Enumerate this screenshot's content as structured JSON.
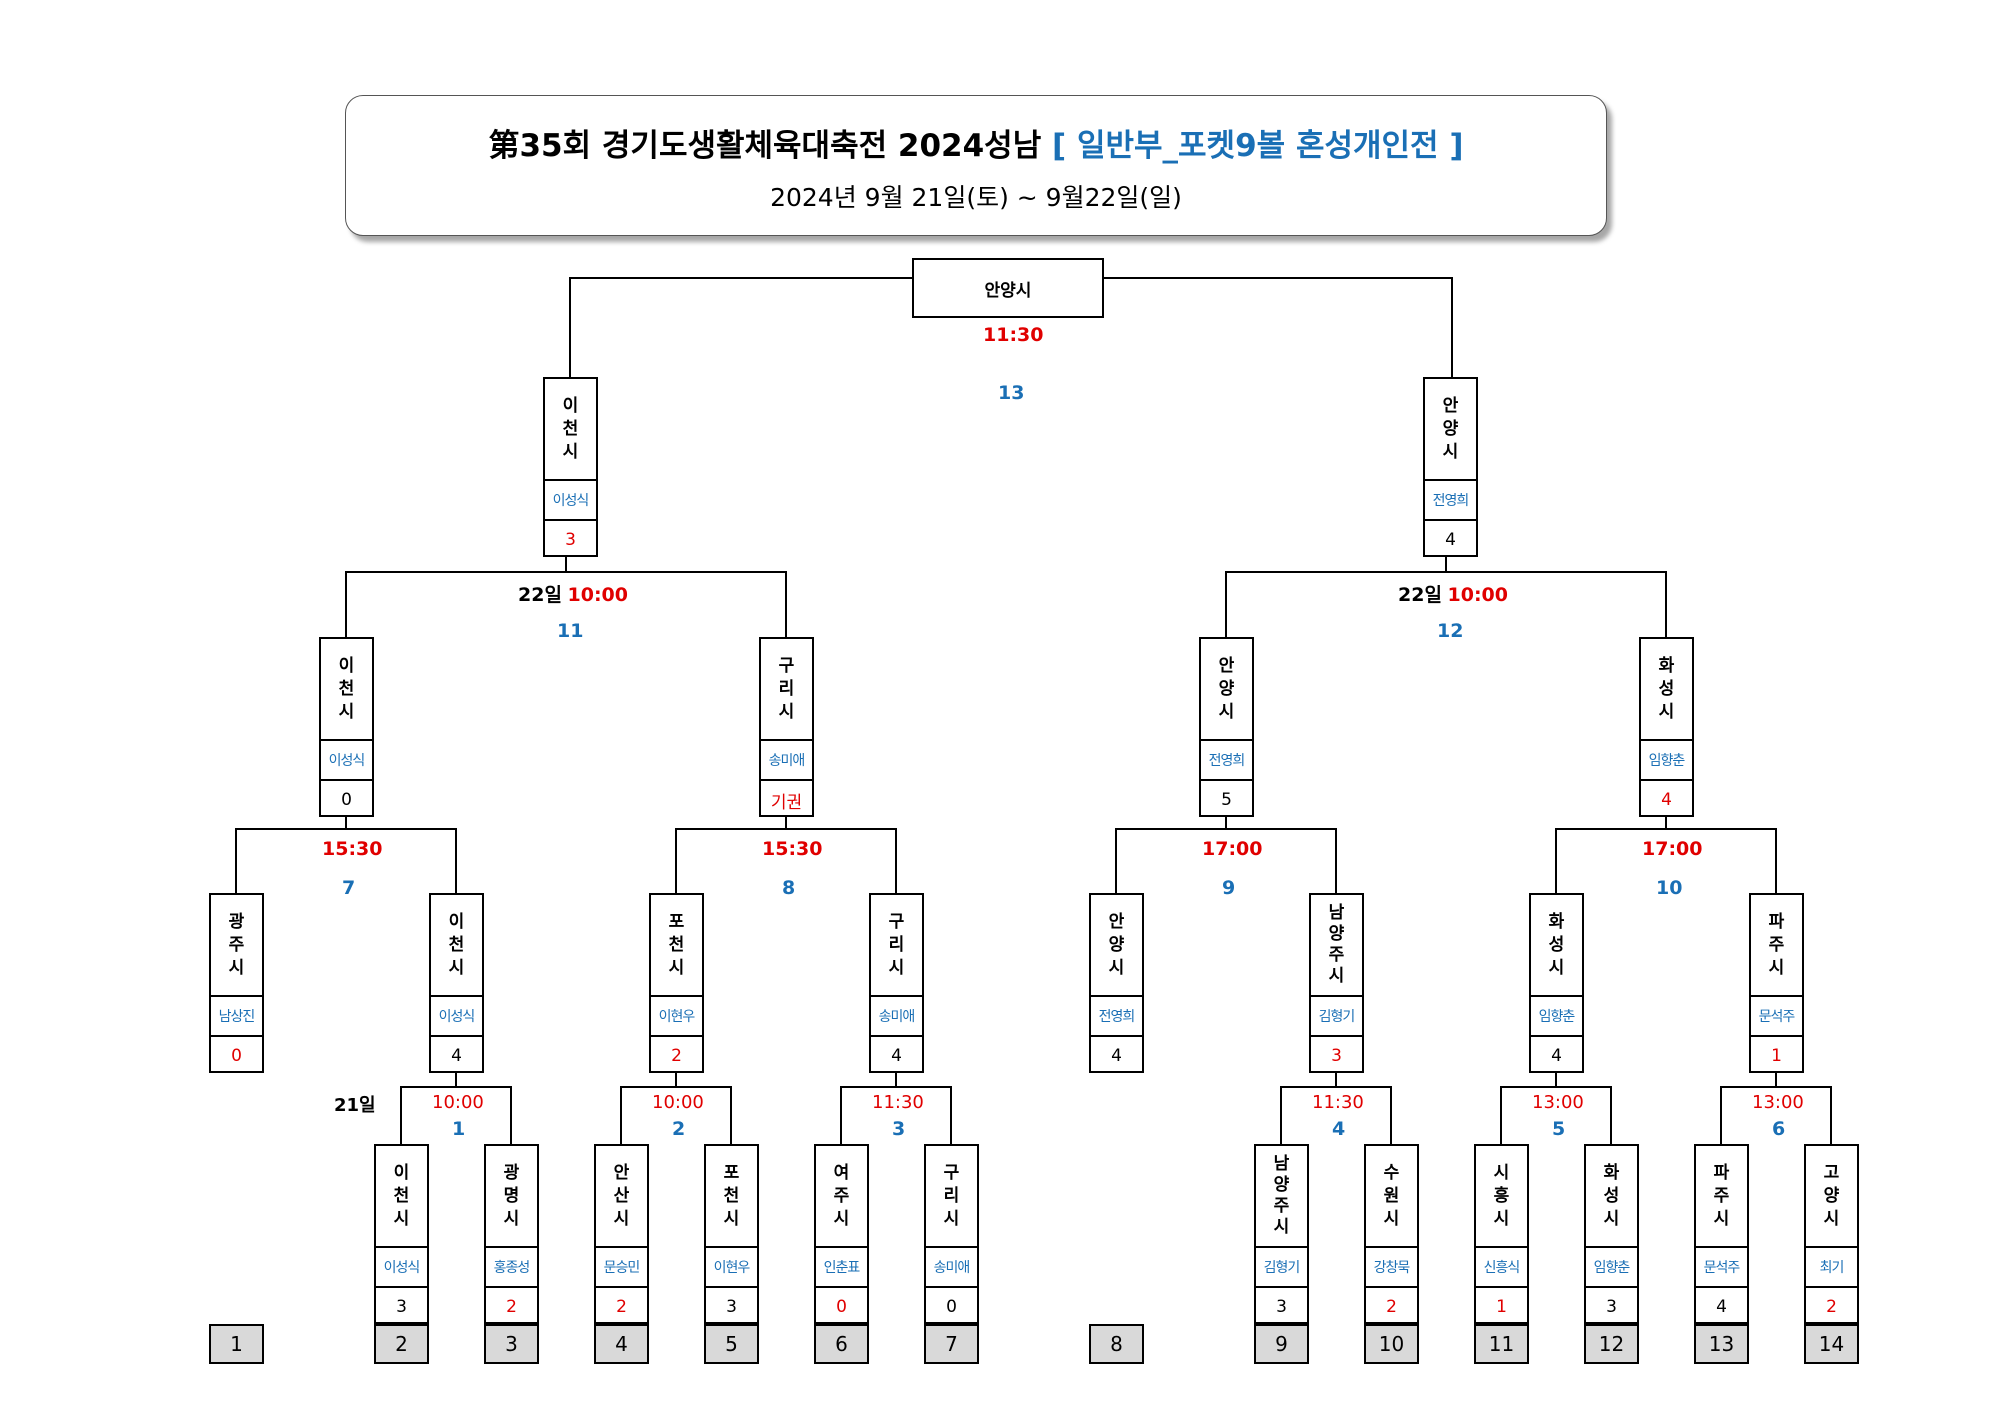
{
  "header": {
    "title_main": "第35회 경기도생활체육대축전 2024성남",
    "title_division": "[ 일반부_포켓9볼 혼성개인전 ]",
    "dates": "2024년 9월 21일(토) ~ 9월22일(일)"
  },
  "final": {
    "winner": "안양시",
    "time": "11:30",
    "match": "13"
  },
  "semifinals": [
    {
      "day": "22일",
      "time": "10:00",
      "match": "11"
    },
    {
      "day": "22일",
      "time": "10:00",
      "match": "12"
    }
  ],
  "quarterfinals": [
    {
      "time": "15:30",
      "match": "7"
    },
    {
      "time": "15:30",
      "match": "8"
    },
    {
      "time": "17:00",
      "match": "9"
    },
    {
      "time": "17:00",
      "match": "10"
    }
  ],
  "round1": [
    {
      "time": "10:00",
      "match": "1"
    },
    {
      "time": "10:00",
      "match": "2"
    },
    {
      "time": "11:30",
      "match": "3"
    },
    {
      "time": "11:30",
      "match": "4"
    },
    {
      "time": "13:00",
      "match": "5"
    },
    {
      "time": "13:00",
      "match": "6"
    }
  ],
  "day1_label": "21일",
  "entries": {
    "sf_l": {
      "city": "이천시",
      "player": "이성식",
      "score": "3",
      "red": true
    },
    "sf_r": {
      "city": "안양시",
      "player": "전영희",
      "score": "4",
      "red": false
    },
    "qf_1": {
      "city": "이천시",
      "player": "이성식",
      "score": "0",
      "red": false
    },
    "qf_2": {
      "city": "구리시",
      "player": "송미애",
      "score": "기권",
      "red": true
    },
    "qf_3": {
      "city": "안양시",
      "player": "전영희",
      "score": "5",
      "red": false
    },
    "qf_4": {
      "city": "화성시",
      "player": "임향춘",
      "score": "4",
      "red": true
    },
    "r2_1": {
      "city": "광주시",
      "player": "남상진",
      "score": "0",
      "red": true
    },
    "r2_2": {
      "city": "이천시",
      "player": "이성식",
      "score": "4",
      "red": false
    },
    "r2_3": {
      "city": "포천시",
      "player": "이현우",
      "score": "2",
      "red": true
    },
    "r2_4": {
      "city": "구리시",
      "player": "송미애",
      "score": "4",
      "red": false
    },
    "r2_5": {
      "city": "안양시",
      "player": "전영희",
      "score": "4",
      "red": false
    },
    "r2_6": {
      "city": "남양주시",
      "player": "김형기",
      "score": "3",
      "red": true
    },
    "r2_7": {
      "city": "화성시",
      "player": "임향춘",
      "score": "4",
      "red": false
    },
    "r2_8": {
      "city": "파주시",
      "player": "문석주",
      "score": "1",
      "red": true
    },
    "r1_1": {
      "city": "이천시",
      "player": "이성식",
      "score": "3",
      "red": false
    },
    "r1_2": {
      "city": "광명시",
      "player": "홍종성",
      "score": "2",
      "red": true
    },
    "r1_3": {
      "city": "안산시",
      "player": "문승민",
      "score": "2",
      "red": true
    },
    "r1_4": {
      "city": "포천시",
      "player": "이현우",
      "score": "3",
      "red": false
    },
    "r1_5": {
      "city": "여주시",
      "player": "인춘표",
      "score": "0",
      "red": true
    },
    "r1_6": {
      "city": "구리시",
      "player": "송미애",
      "score": "0",
      "red": false
    },
    "r1_7": {
      "city": "남양주시",
      "player": "김형기",
      "score": "3",
      "red": false
    },
    "r1_8": {
      "city": "수원시",
      "player": "강창묵",
      "score": "2",
      "red": true
    },
    "r1_9": {
      "city": "시흥시",
      "player": "신흥식",
      "score": "1",
      "red": true
    },
    "r1_10": {
      "city": "화성시",
      "player": "임향춘",
      "score": "3",
      "red": false
    },
    "r1_11": {
      "city": "파주시",
      "player": "문석주",
      "score": "4",
      "red": false
    },
    "r1_12": {
      "city": "고양시",
      "player": "최기",
      "score": "2",
      "red": true
    }
  },
  "slots": [
    "1",
    "2",
    "3",
    "4",
    "5",
    "6",
    "7",
    "8",
    "9",
    "10",
    "11",
    "12",
    "13",
    "14"
  ],
  "colors": {
    "accent_blue": "#1a6fb5",
    "time_red": "#e00000",
    "slot_gray": "#d9d9d9"
  }
}
